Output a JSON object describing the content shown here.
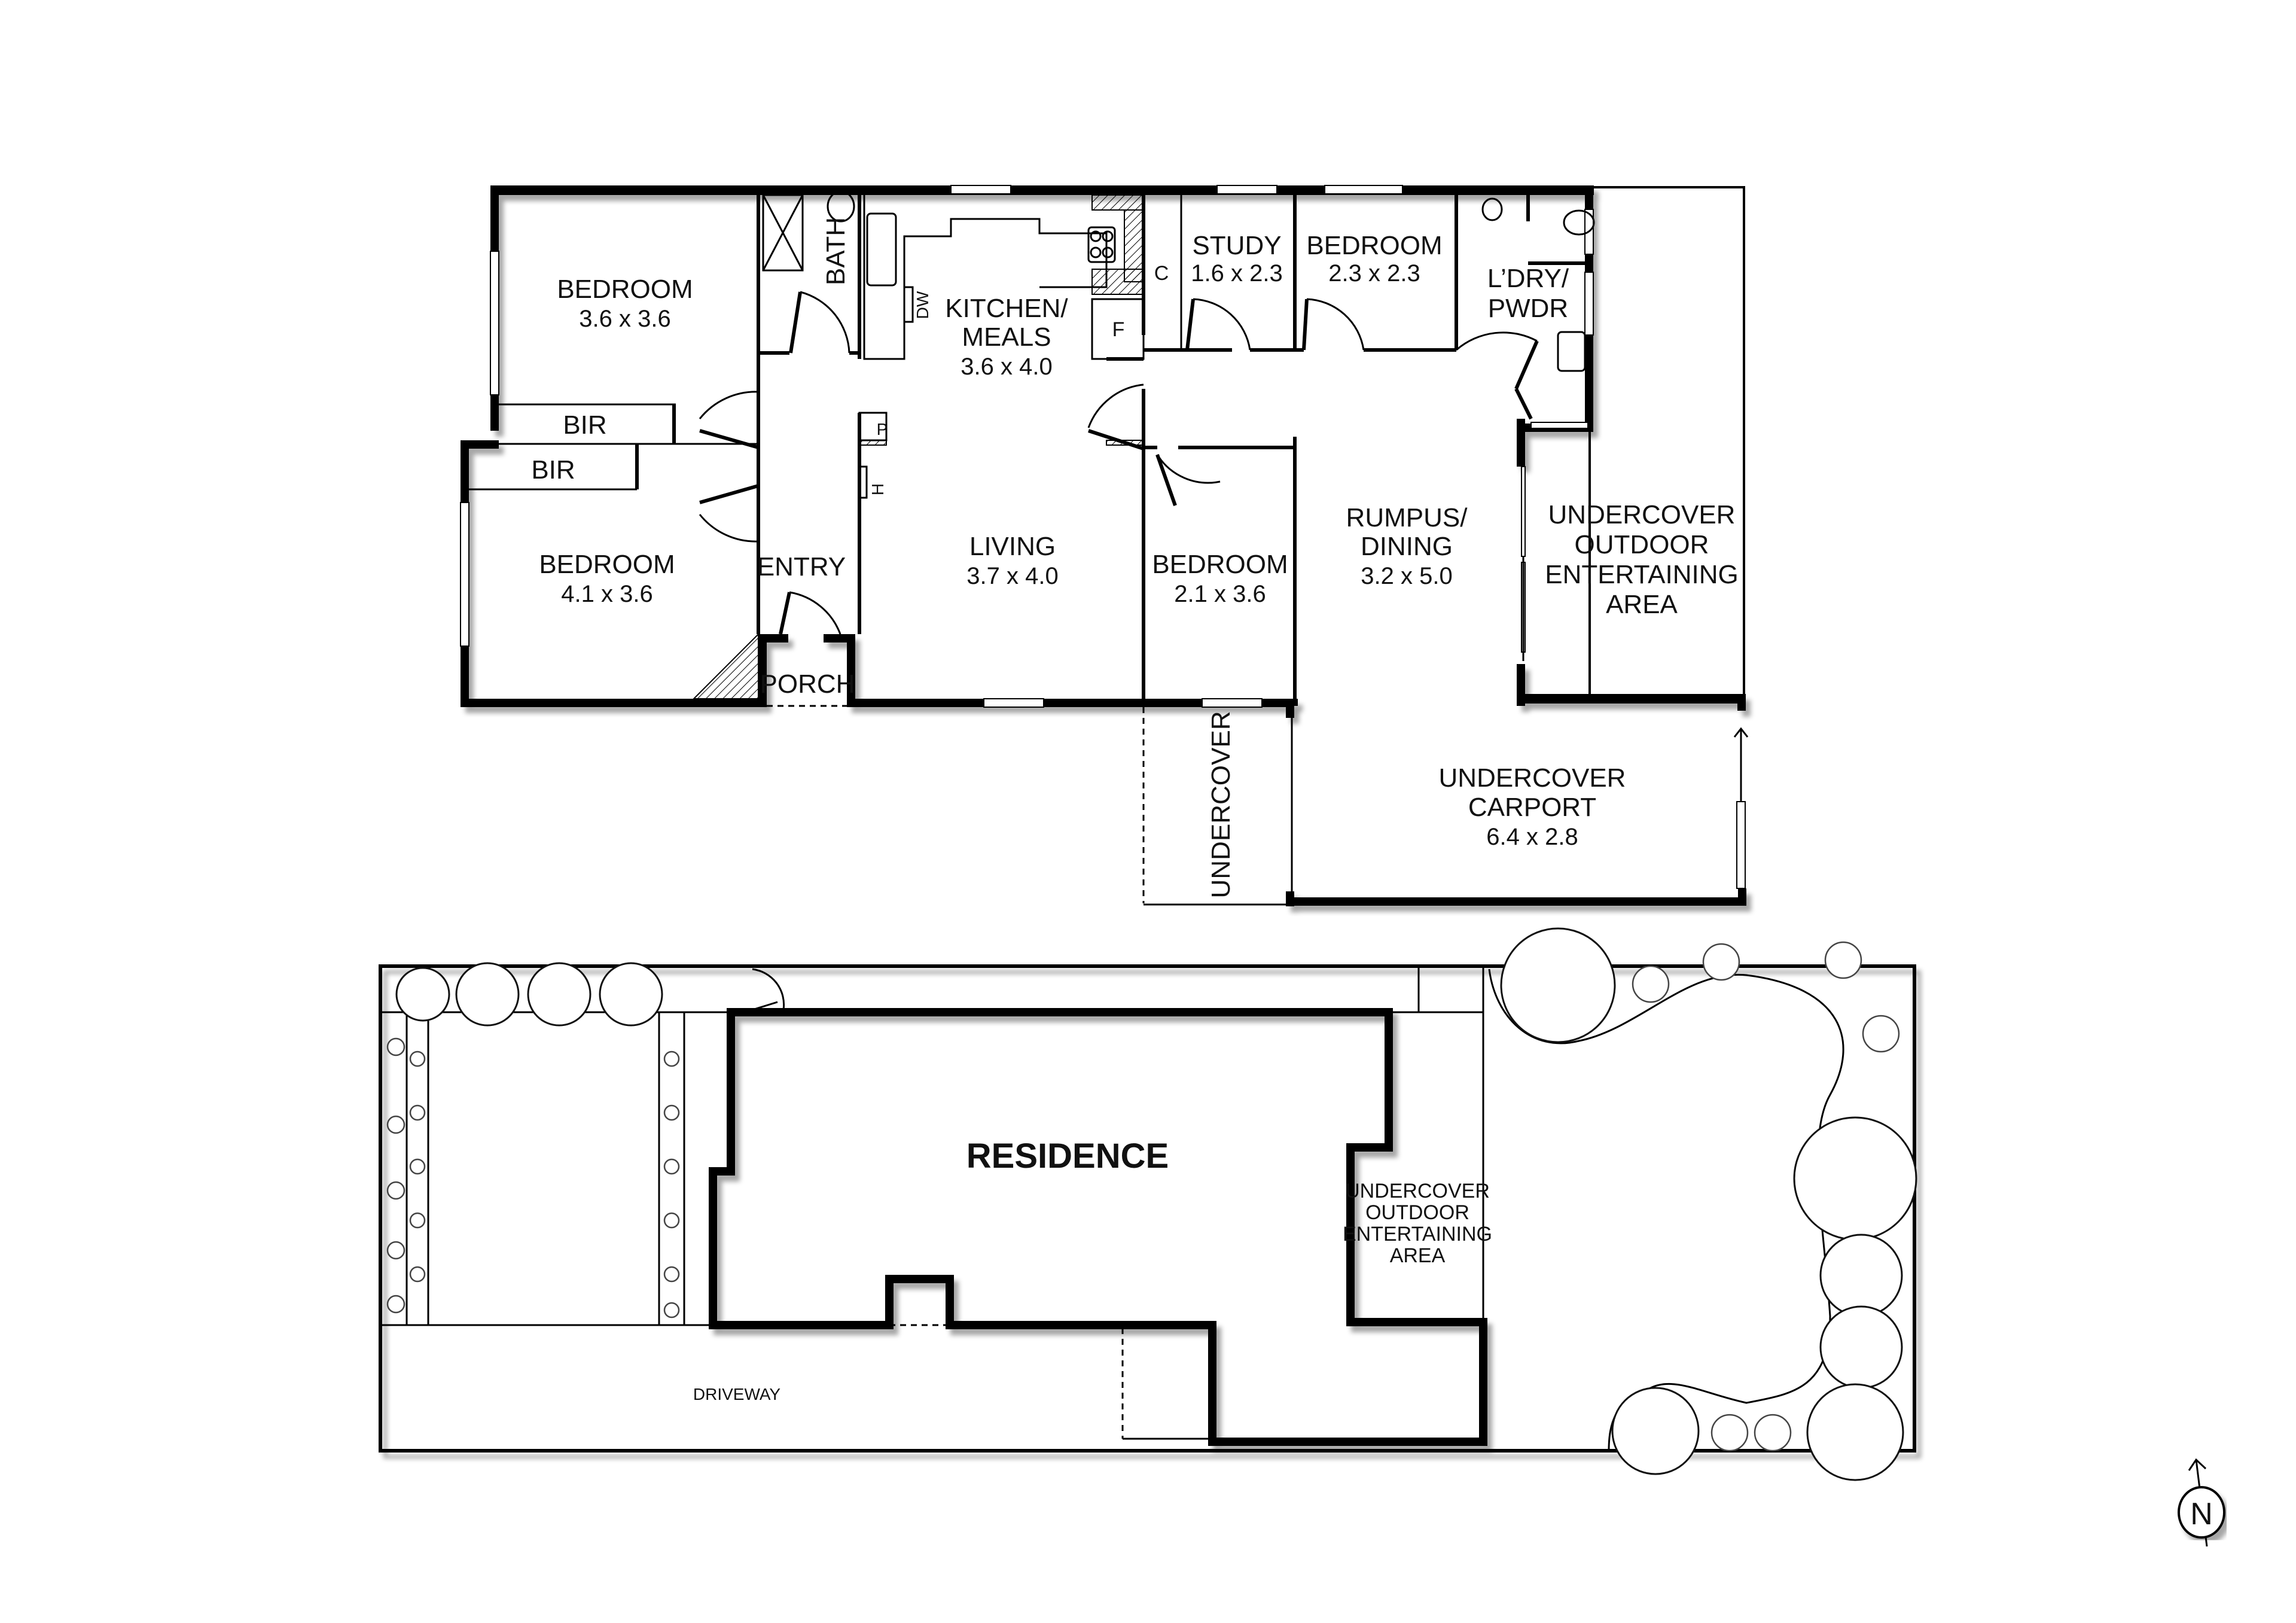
{
  "floor_plan": {
    "rooms": [
      {
        "id": "bedroom1",
        "name": "BEDROOM",
        "dims": "3.6 x 3.6"
      },
      {
        "id": "bedroom2",
        "name": "BEDROOM",
        "dims": "4.1 x 3.6"
      },
      {
        "id": "bir1",
        "name": "BIR"
      },
      {
        "id": "bir2",
        "name": "BIR"
      },
      {
        "id": "bath",
        "name": "BATH"
      },
      {
        "id": "kitchen",
        "name": "KITCHEN/",
        "name2": "MEALS",
        "dims": "3.6 x 4.0"
      },
      {
        "id": "living",
        "name": "LIVING",
        "dims": "3.7 x 4.0"
      },
      {
        "id": "entry",
        "name": "ENTRY"
      },
      {
        "id": "porch",
        "name": "PORCH"
      },
      {
        "id": "study",
        "name": "STUDY",
        "dims": "1.6 x 2.3"
      },
      {
        "id": "bedroom3",
        "name": "BEDROOM",
        "dims": "2.3 x 2.3"
      },
      {
        "id": "bedroom4",
        "name": "BEDROOM",
        "dims": "2.1 x 3.6"
      },
      {
        "id": "laundry",
        "name": "L’DRY/",
        "name2": "PWDR"
      },
      {
        "id": "rumpus",
        "name": "RUMPUS/",
        "name2": "DINING",
        "dims": "3.2 x 5.0"
      },
      {
        "id": "outdoor",
        "name": "UNDERCOVER",
        "name2": "OUTDOOR",
        "name3": "ENTERTAINING",
        "name4": "AREA"
      },
      {
        "id": "undercover",
        "name": "UNDERCOVER"
      },
      {
        "id": "carport",
        "name": "UNDERCOVER",
        "name2": "CARPORT",
        "dims": "6.4 x 2.8"
      }
    ],
    "fixtures": {
      "dishwasher": "DW",
      "fridge": "F",
      "cupboard": "C",
      "pantry": "P",
      "heater": "H"
    }
  },
  "site_plan": {
    "residence": "RESIDENCE",
    "outdoor": {
      "line1": "UNDERCOVER",
      "line2": "OUTDOOR",
      "line3": "ENTERTAINING",
      "line4": "AREA"
    },
    "driveway": "DRIVEWAY"
  },
  "compass": {
    "label": "N"
  }
}
